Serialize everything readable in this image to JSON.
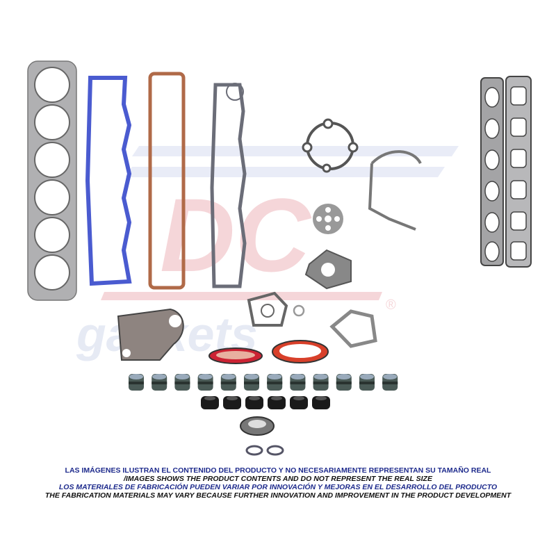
{
  "watermark": {
    "brand": "DC",
    "word": "gaskets",
    "registered": "®"
  },
  "product": {
    "valve_stem_seals_count": 12,
    "black_seals_count": 6
  },
  "disclaimer": {
    "line1": "LAS IMÁGENES ILUSTRAN EL CONTENIDO DEL PRODUCTO Y NO NECESARIAMENTE REPRESENTAN SU TAMAÑO REAL",
    "line2": "/IMAGES SHOWS THE PRODUCT CONTENTS AND DO NOT REPRESENT THE REAL SIZE",
    "line3": "LOS MATERIALES DE FABRICACIÓN PUEDEN VARIAR POR INNOVACIÓN Y MEJORAS EN EL DESARROLLO DEL PRODUCTO",
    "line4": "THE FABRICATION MATERIALS MAY VARY BECAUSE FURTHER INNOVATION AND IMPROVEMENT IN THE PRODUCT DEVELOPMENT"
  },
  "colors": {
    "blue_text": "#1d2a8c",
    "gasket_grey": "#a9a9ab",
    "valve_cover_blue": "#4a5bd0",
    "cork": "#b06a48",
    "seal_red": "#d8402a"
  }
}
